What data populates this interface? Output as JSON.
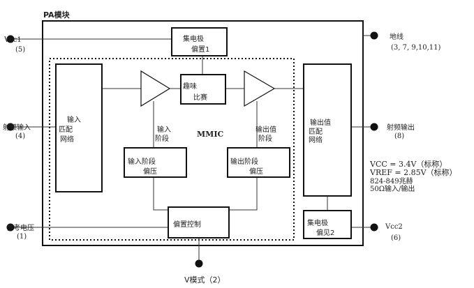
{
  "title": "PA模块",
  "mmic_label": "MMIC",
  "blocks": {
    "collector_bias_1": [
      "集电极",
      "偏置1"
    ],
    "input_match": [
      "输入",
      "匹配",
      "网络"
    ],
    "interstage": [
      "趣味",
      "比赛"
    ],
    "output_match": [
      "输出值",
      "匹配",
      "网络"
    ],
    "input_stage_bias": [
      "输入阶段",
      "偏压"
    ],
    "output_stage_bias": [
      "输出阶段",
      "偏压"
    ],
    "bias_control": "偏置控制",
    "collector_bias_2": [
      "集电极",
      "偏见2"
    ]
  },
  "stage_labels": {
    "input_stage": [
      "输入",
      "阶段"
    ],
    "output_stage": [
      "输出值",
      "阶段"
    ]
  },
  "pins": {
    "vcc1": [
      "Vcc1",
      "(5)"
    ],
    "rf_in": [
      "射频输入",
      "(4)"
    ],
    "vref": [
      "参考电压",
      "(1)"
    ],
    "ground": [
      "地线",
      "(3, 7, 9,10,11)"
    ],
    "rf_out": [
      "射频输出",
      "(8)"
    ],
    "vcc2": [
      "Vcc2",
      "(6)"
    ],
    "vmode": "V模式（2）"
  },
  "specs": [
    "VCC = 3.4V（标称）",
    "VREF = 2.85V（标称）",
    "824-849兆赫",
    "50Ω输入/输出"
  ]
}
